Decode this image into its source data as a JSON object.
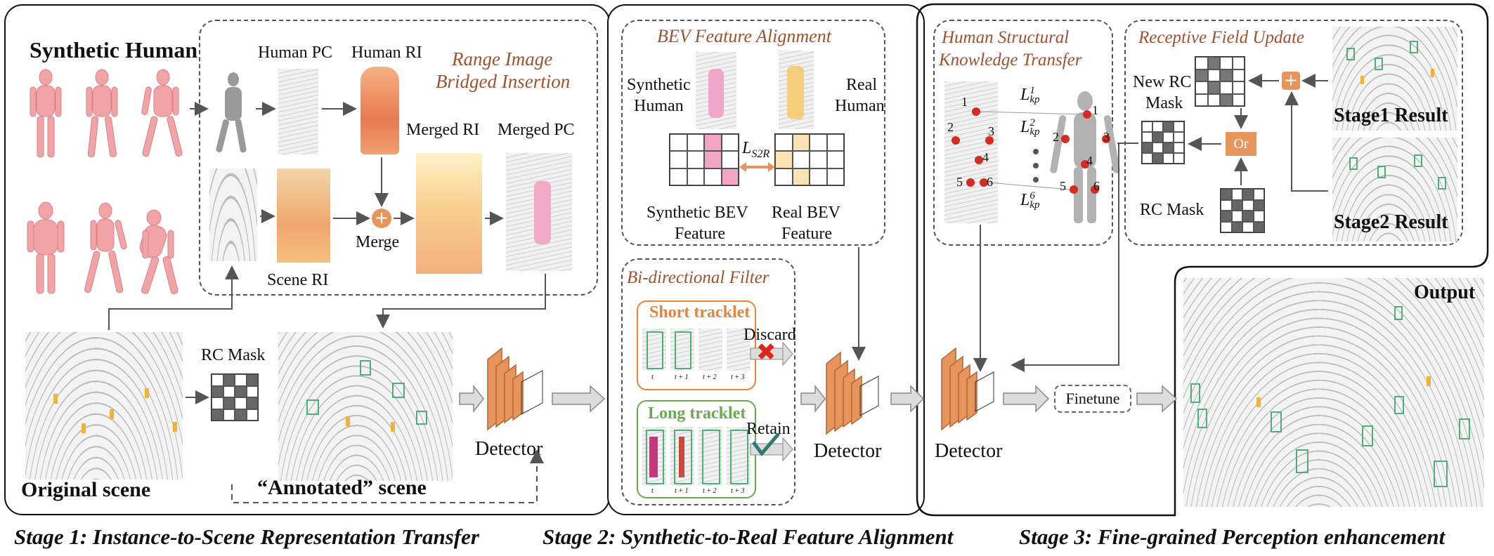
{
  "captions": {
    "stage1": "Stage 1: Instance-to-Scene Representation Transfer",
    "stage2": "Stage 2: Synthetic-to-Real Feature Alignment",
    "stage3": "Stage 3: Fine-grained Perception enhancement"
  },
  "stage1": {
    "synthetic_human": "Synthetic Human",
    "range_image_title_line1": "Range Image",
    "range_image_title_line2": "Bridged Insertion",
    "human_pc": "Human PC",
    "human_ri": "Human RI",
    "merged_ri": "Merged RI",
    "merged_pc": "Merged PC",
    "merge": "Merge",
    "scene_ri": "Scene RI",
    "rc_mask": "RC Mask",
    "original_scene": "Original scene",
    "annotated_scene": "“Annotated” scene",
    "detector": "Detector"
  },
  "stage2": {
    "bev_title": "BEV Feature Alignment",
    "synthetic_human_line1": "Synthetic",
    "synthetic_human_line2": "Human",
    "real_human_line1": "Real",
    "real_human_line2": "Human",
    "loss_base": "L",
    "loss_sub": "S2R",
    "synthetic_bev_line1": "Synthetic BEV",
    "synthetic_bev_line2": "Feature",
    "real_bev_line1": "Real BEV",
    "real_bev_line2": "Feature",
    "filter_title": "Bi-directional Filter",
    "short_tracklet": "Short tracklet",
    "long_tracklet": "Long tracklet",
    "discard": "Discard",
    "retain": "Retain",
    "frame_labels": [
      "t",
      "t + 1",
      "t + 2",
      "t + 3"
    ],
    "detector": "Detector"
  },
  "stage3": {
    "transfer_title_line1": "Human Structural",
    "transfer_title_line2": "Knowledge Transfer",
    "kp_loss_base": "L",
    "kp_loss_sub": "kp",
    "kp_loss_sups": [
      "1",
      "2",
      "6"
    ],
    "keypoint_labels": [
      "1",
      "2",
      "3",
      "4",
      "5",
      "6"
    ],
    "receptive_title": "Receptive Field Update",
    "new_rc_mask_line1": "New RC",
    "new_rc_mask_line2": "Mask",
    "rc_mask": "RC Mask",
    "or_label": "Or",
    "plus_label": "+",
    "stage1_result": "Stage1 Result",
    "stage2_result": "Stage2 Result",
    "detector": "Detector",
    "finetune": "Finetune",
    "output": "Output"
  },
  "colors": {
    "accent_text": "#a0522d",
    "detector_orange": "#e8955c",
    "pink_cell": "#f2a6c4",
    "cream_cell": "#fbe3b5",
    "short_box": "#e8833a",
    "long_box": "#6aaa4f",
    "bbox_green": "#4fae7c",
    "keypoint_red": "#d42b22"
  }
}
